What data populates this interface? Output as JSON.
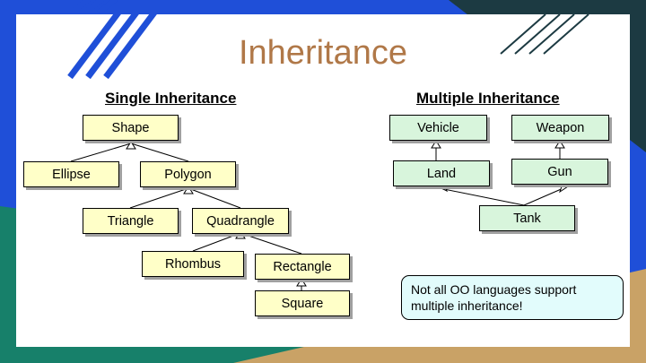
{
  "title": "Inheritance",
  "single": {
    "heading": "Single Inheritance",
    "shape": "Shape",
    "ellipse": "Ellipse",
    "polygon": "Polygon",
    "triangle": "Triangle",
    "quadrangle": "Quadrangle",
    "rhombus": "Rhombus",
    "rectangle": "Rectangle",
    "square": "Square"
  },
  "multiple": {
    "heading": "Multiple Inheritance",
    "vehicle": "Vehicle",
    "weapon": "Weapon",
    "land": "Land",
    "gun": "Gun",
    "tank": "Tank"
  },
  "note": "Not all OO languages support multiple inheritance!",
  "colors": {
    "title": "#b07848",
    "single_box": "#ffffc8",
    "multiple_box": "#d8f5dc",
    "note_bg": "#e2fcfc",
    "accent_blue": "#1f4fd8",
    "accent_teal": "#17806a",
    "accent_gold": "#c9a266",
    "accent_dark": "#1c3a42"
  }
}
